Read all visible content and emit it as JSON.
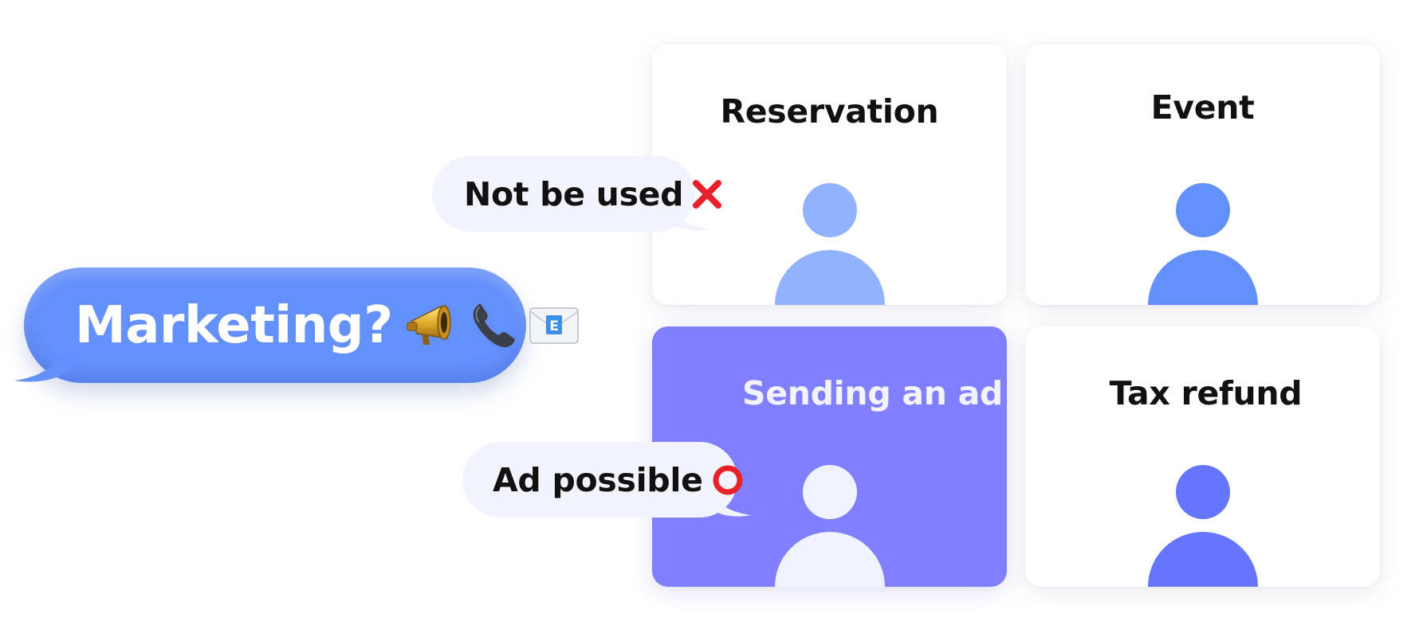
{
  "bubbles": {
    "marketing": {
      "text": "Marketing?",
      "icons": [
        "megaphone-icon",
        "telephone-icon",
        "email-icon"
      ]
    },
    "not_used": {
      "text": "Not be used",
      "mark": "cross-mark-icon"
    },
    "ad_possible": {
      "text": "Ad possible",
      "mark": "circle-mark-icon"
    }
  },
  "cards": [
    {
      "title": "Reservation",
      "person_color": "#91b3ff",
      "highlighted": false
    },
    {
      "title": "Event",
      "person_color": "#6490fb",
      "highlighted": false
    },
    {
      "title": "Sending an ad",
      "person_color": "#f1f2ff",
      "highlighted": true
    },
    {
      "title": "Tax refund",
      "person_color": "#6575ff",
      "highlighted": false
    }
  ],
  "colors": {
    "marketing_bubble": "#6490fb",
    "small_bubble": "#f2f3fd",
    "highlight_card": "#8080ff",
    "cross": "#e8202a",
    "circle": "#e8202a"
  }
}
